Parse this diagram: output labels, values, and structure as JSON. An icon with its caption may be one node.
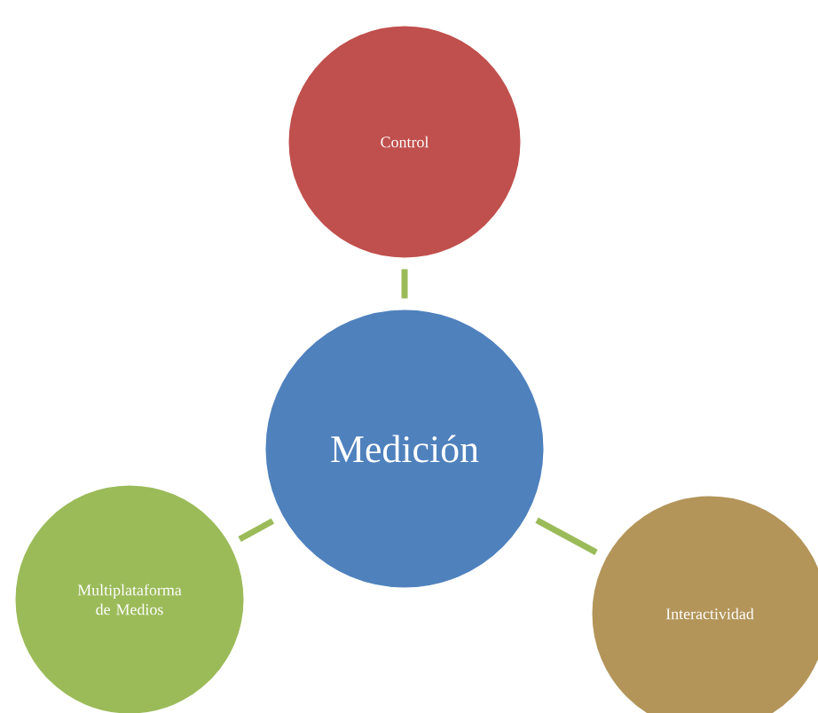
{
  "diagram": {
    "nodes": [
      {
        "text": [
          "Control"
        ]
      },
      {
        "text": [
          "Medición"
        ]
      },
      {
        "text": [
          "Multiplataforma de Medios"
        ]
      },
      {
        "text": [
          "Interactividad"
        ]
      }
    ],
    "edges": [
      {
        "from": 0,
        "to": 1,
        "arrow": "none"
      },
      {
        "from": 1,
        "to": 2,
        "arrow": "none"
      },
      {
        "from": 1,
        "to": 3,
        "arrow": "none"
      }
    ]
  }
}
